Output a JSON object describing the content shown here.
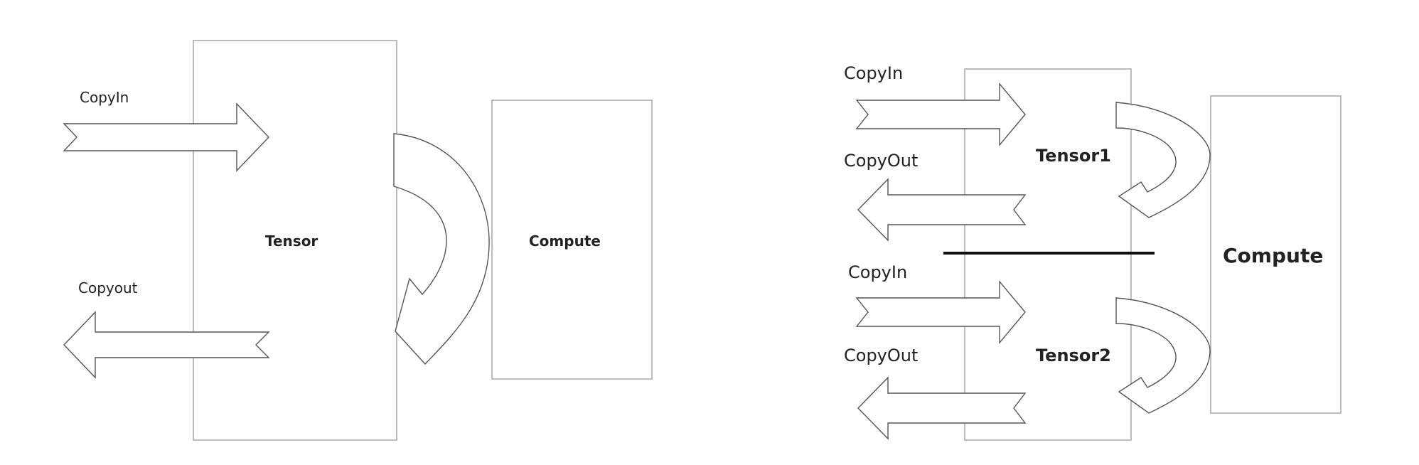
{
  "left_panel": {
    "copyin_label": "CopyIn",
    "copyout_label": "Copyout",
    "tensor_label": "Tensor",
    "compute_label": "Compute"
  },
  "right_panel": {
    "stage1": {
      "copyin_label": "CopyIn",
      "copyout_label": "CopyOut",
      "tensor_label": "Tensor1"
    },
    "stage2": {
      "copyin_label": "CopyIn",
      "copyout_label": "CopyOut",
      "tensor_label": "Tensor2"
    },
    "compute_label": "Compute"
  }
}
